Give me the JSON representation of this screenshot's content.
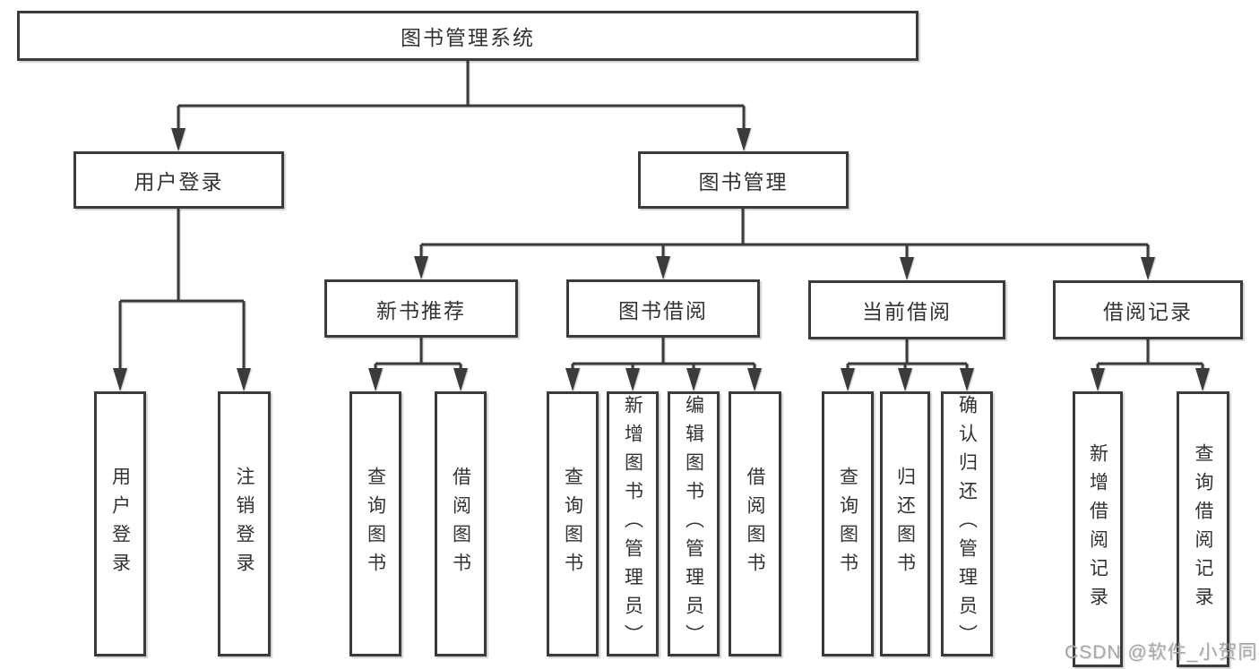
{
  "diagram": {
    "type": "hierarchy-tree",
    "root": {
      "label": "图书管理系统"
    },
    "branches": [
      {
        "label": "用户登录",
        "children": [
          {
            "label": "用户登录"
          },
          {
            "label": "注销登录"
          }
        ]
      },
      {
        "label": "图书管理",
        "children": [
          {
            "label": "新书推荐",
            "children": [
              {
                "label": "查询图书"
              },
              {
                "label": "借阅图书"
              }
            ]
          },
          {
            "label": "图书借阅",
            "children": [
              {
                "label": "查询图书"
              },
              {
                "label": "新增图书（管理员）"
              },
              {
                "label": "编辑图书（管理员）"
              },
              {
                "label": "借阅图书"
              }
            ]
          },
          {
            "label": "当前借阅",
            "children": [
              {
                "label": "查询图书"
              },
              {
                "label": "归还图书"
              },
              {
                "label": "确认归还（管理员）"
              }
            ]
          },
          {
            "label": "借阅记录",
            "children": [
              {
                "label": "新增借阅记录"
              },
              {
                "label": "查询借阅记录"
              }
            ]
          }
        ]
      }
    ]
  },
  "colors": {
    "line": "#3b3b3b",
    "box_border": "#3b3b3b",
    "box_fill": "#ffffff",
    "text": "#333333",
    "watermark": "#a8a8a8"
  },
  "watermark": {
    "text": "CSDN @软件_小贺同学"
  }
}
